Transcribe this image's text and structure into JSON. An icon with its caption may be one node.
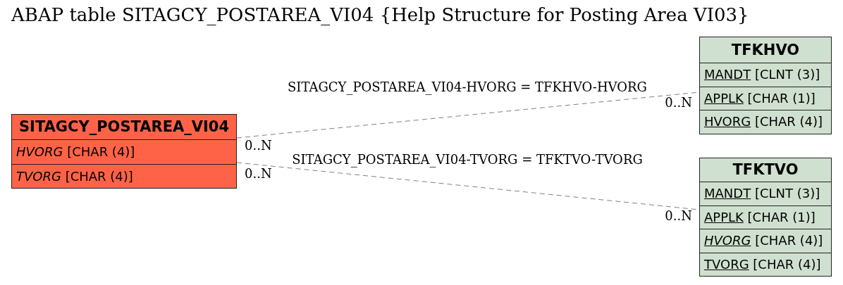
{
  "diagram": {
    "title": "ABAP table SITAGCY_POSTAREA_VI04 {Help Structure for Posting Area VI03}",
    "nodes": [
      {
        "text": [
          "SITAGCY_POSTAREA_VI04"
        ]
      },
      {
        "text": [
          "*HVORG* [CHAR (4)]"
        ],
        "in": 0
      },
      {
        "text": [
          "*TVORG* [CHAR (4)]"
        ],
        "in": 0
      },
      {
        "text": [
          "TFKHVO"
        ]
      },
      {
        "text": [
          "MANDT [CLNT (3)]"
        ],
        "in": 3
      },
      {
        "text": [
          "APPLK [CHAR (1)]"
        ],
        "in": 3
      },
      {
        "text": [
          "HVORG [CHAR (4)]"
        ],
        "in": 3
      },
      {
        "text": [
          "TFKTVO"
        ]
      },
      {
        "text": [
          "MANDT [CLNT (3)]"
        ],
        "in": 7
      },
      {
        "text": [
          "APPLK [CHAR (1)]"
        ],
        "in": 7
      },
      {
        "text": [
          "*HVORG* [CHAR (4)]"
        ],
        "in": 7
      },
      {
        "text": [
          "TVORG [CHAR (4)]"
        ],
        "in": 7
      }
    ],
    "edges": [
      {
        "from": 0,
        "to": 3,
        "arrow": "none",
        "style": "dashed",
        "label": "SITAGCY_POSTAREA_VI04-HVORG = TFKHVO-HVORG"
      },
      {
        "from": 0,
        "to": 7,
        "arrow": "none",
        "style": "dashed",
        "label": "SITAGCY_POSTAREA_VI04-TVORG = TFKTVO-TVORG"
      }
    ],
    "labels": [
      "0..N",
      "0..N",
      "0..N",
      "0..N"
    ]
  }
}
